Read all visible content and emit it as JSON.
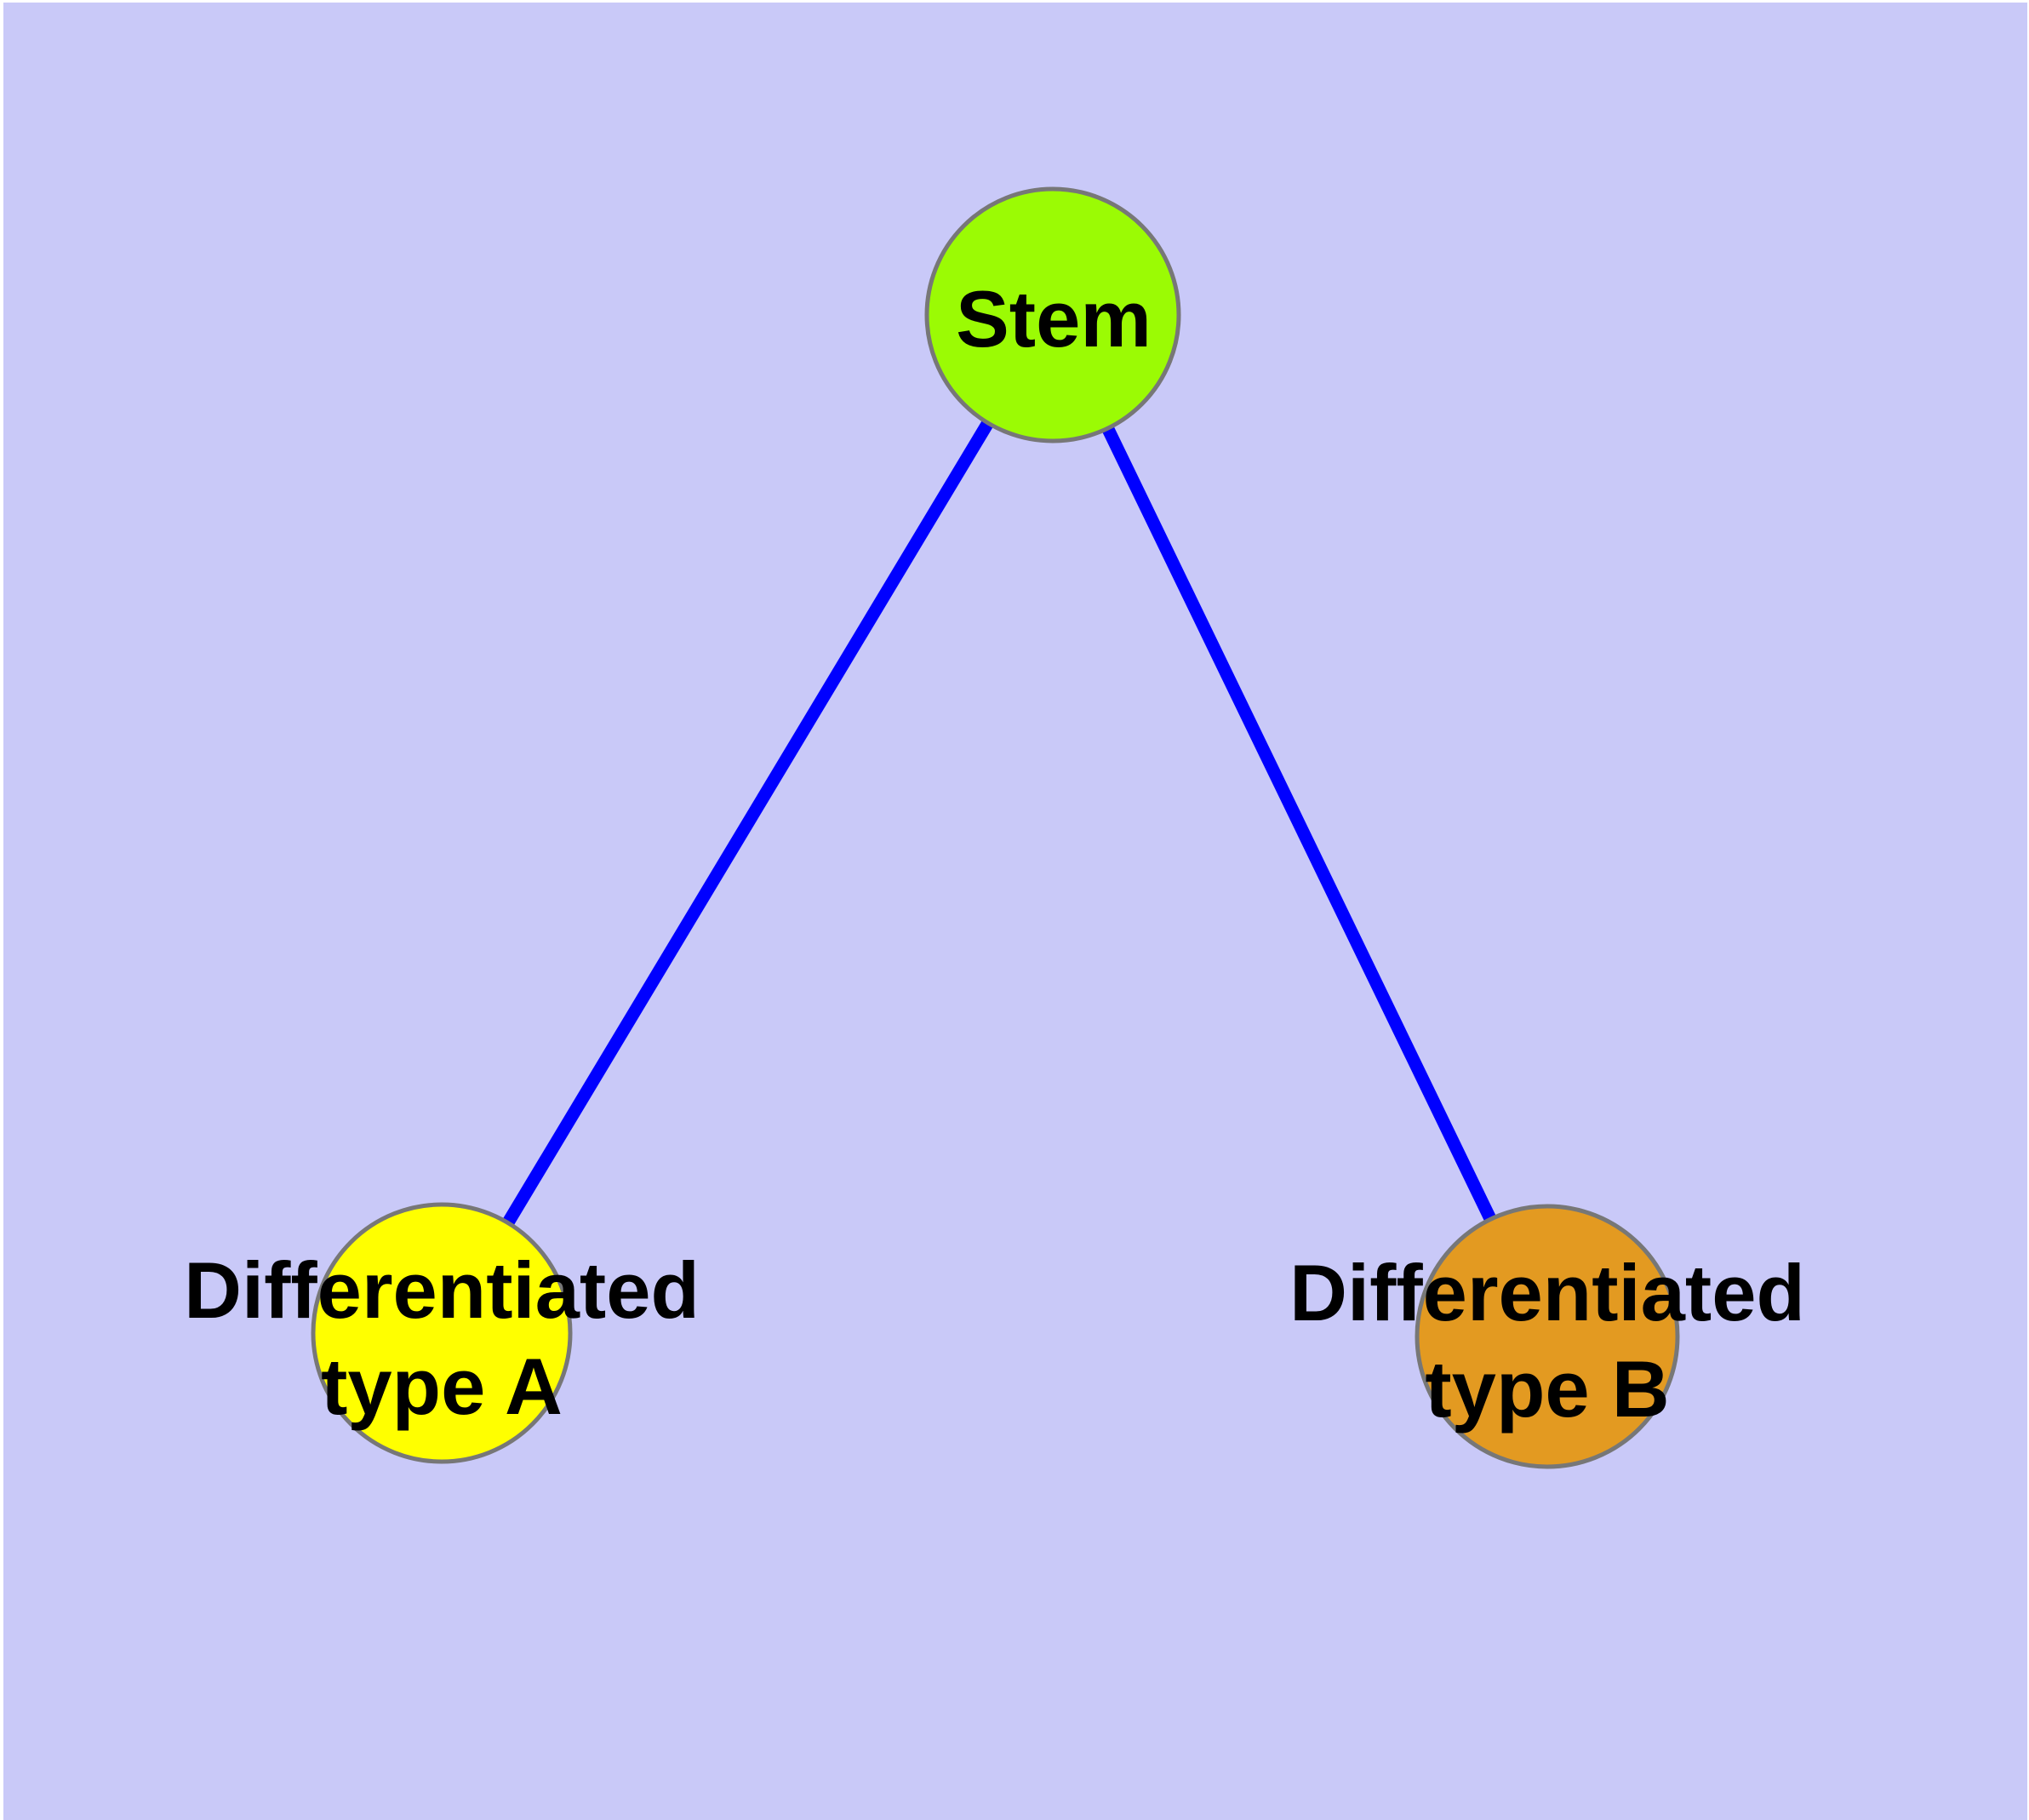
{
  "diagram": {
    "frame_color": "#FFFFFF",
    "background_color": "#C9C9F8",
    "edge_color": "#0000FF",
    "node_border_color": "#777777",
    "label_color": "#000000",
    "nodes": [
      {
        "id": "stem",
        "label": "Stem",
        "fill": "#9BFB04"
      },
      {
        "id": "differentiated-type-a",
        "label": "Differentiated type A",
        "label_line1": "Differentiated",
        "label_line2": "type A",
        "fill": "#FFFF00"
      },
      {
        "id": "differentiated-type-b",
        "label": "Differentiated type B",
        "label_line1": "Differentiated",
        "label_line2": "type B",
        "fill": "#E39A21"
      }
    ],
    "edges": [
      {
        "from": "stem",
        "to": "differentiated-type-a"
      },
      {
        "from": "stem",
        "to": "differentiated-type-b"
      }
    ]
  }
}
